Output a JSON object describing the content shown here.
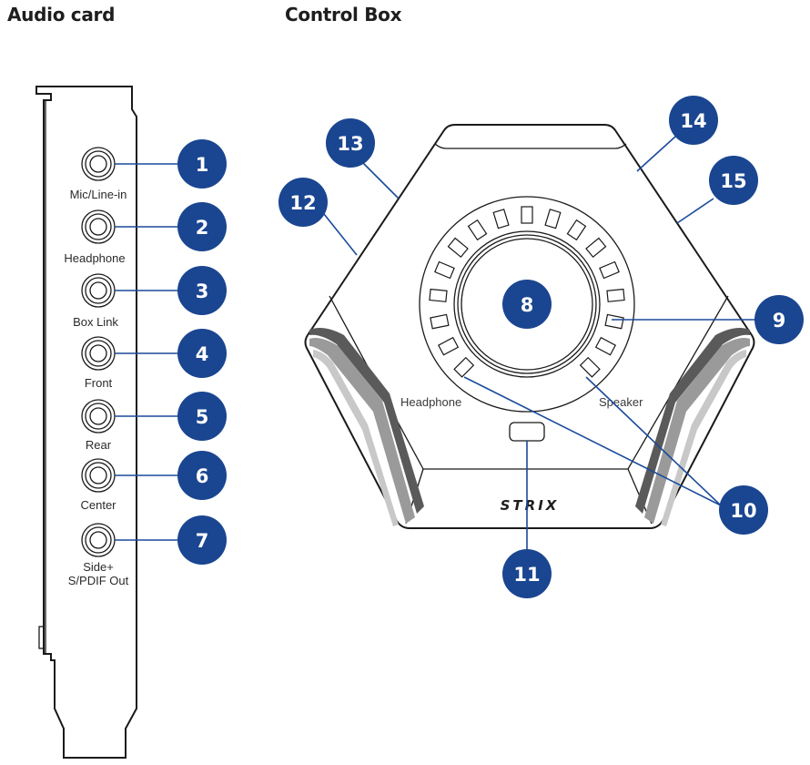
{
  "headings": {
    "audio_card": "Audio card",
    "control_box": "Control Box"
  },
  "audio_card": {
    "ports": [
      {
        "number": "1",
        "label": "Mic/Line-in"
      },
      {
        "number": "2",
        "label": "Headphone"
      },
      {
        "number": "3",
        "label": "Box Link"
      },
      {
        "number": "4",
        "label": "Front"
      },
      {
        "number": "5",
        "label": "Rear"
      },
      {
        "number": "6",
        "label": "Center"
      },
      {
        "number": "7",
        "label_line1": "Side+",
        "label_line2": "S/PDIF Out"
      }
    ]
  },
  "control_box": {
    "knob_left_label": "Headphone",
    "knob_right_label": "Speaker",
    "logo": "STRIX",
    "callouts": [
      "8",
      "9",
      "10",
      "11",
      "12",
      "13",
      "14",
      "15"
    ]
  },
  "colors": {
    "badge": "#1a4590",
    "leader": "#1a4a9a",
    "outline": "#1a1a1a"
  }
}
